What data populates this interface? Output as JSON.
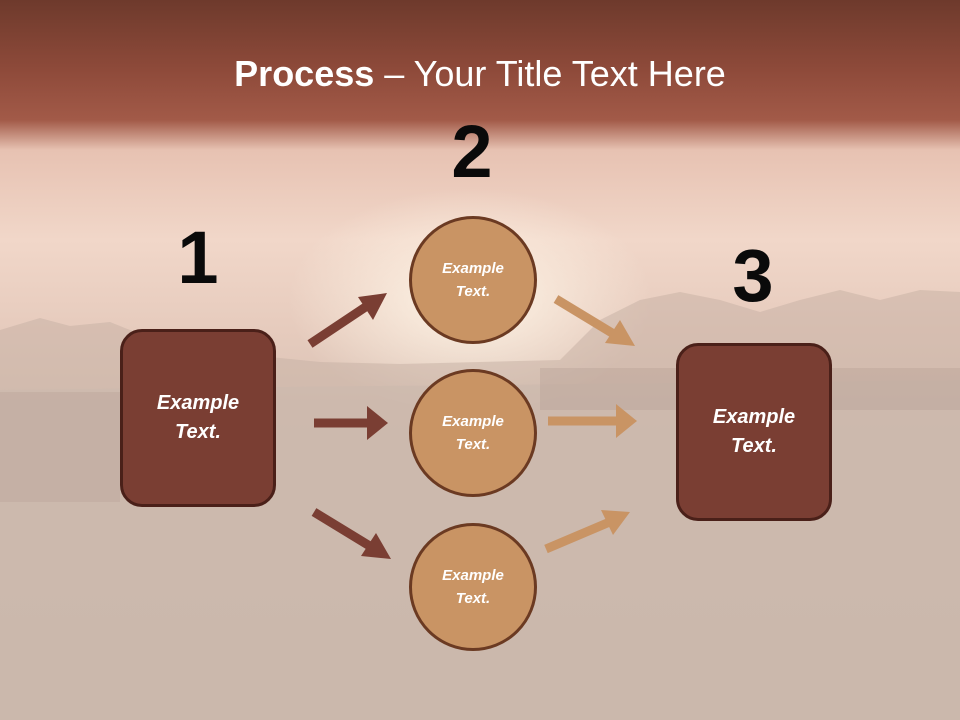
{
  "slide": {
    "title_bold": "Process",
    "title_rest": " – Your Title Text Here"
  },
  "steps": [
    {
      "number": "1",
      "text": "Example Text."
    },
    {
      "number": "2",
      "text": "Example Text."
    },
    {
      "number": "3",
      "text": "Example Text."
    }
  ],
  "circles": [
    {
      "text": "Example Text."
    },
    {
      "text": "Example Text."
    },
    {
      "text": "Example Text."
    }
  ],
  "colors": {
    "box_fill": "#7a3e33",
    "circle_fill": "#c99464",
    "arrow_dark": "#7a3e33",
    "arrow_light": "#c99464"
  }
}
